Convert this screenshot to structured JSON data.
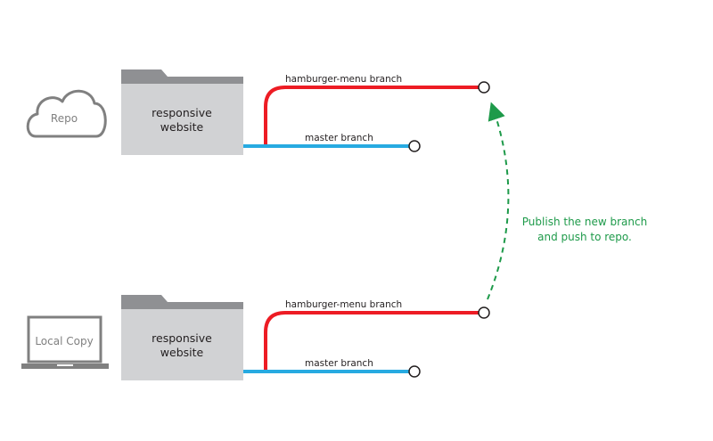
{
  "colors": {
    "feature_branch": "#ed1c24",
    "master_branch": "#27aae1",
    "annotation": "#1e9a4a",
    "icon_gray": "#808080",
    "folder_body": "#d1d2d4",
    "folder_tab": "#8f9093",
    "text": "#231f20",
    "node_stroke": "#231f20"
  },
  "repo": {
    "icon": "cloud-icon",
    "label": "Repo",
    "folder": {
      "icon": "folder-icon",
      "line1": "responsive",
      "line2": "website"
    },
    "feature_branch_label": "hamburger-menu branch",
    "master_branch_label": "master branch"
  },
  "local": {
    "icon": "laptop-icon",
    "label": "Local Copy",
    "folder": {
      "icon": "folder-icon",
      "line1": "responsive",
      "line2": "website"
    },
    "feature_branch_label": "hamburger-menu branch",
    "master_branch_label": "master branch"
  },
  "annotation": {
    "line1": "Publish the new branch",
    "line2": "and push to repo."
  }
}
